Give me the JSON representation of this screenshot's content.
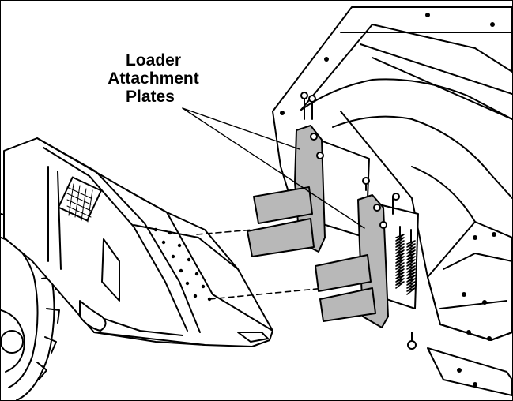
{
  "callout": {
    "line1": "Loader",
    "line2": "Attachment",
    "line3": "Plates"
  },
  "colors": {
    "line": "#000000",
    "fill": "#ffffff",
    "plate": "#b8b8b8",
    "shade": "#d9d9d9"
  }
}
